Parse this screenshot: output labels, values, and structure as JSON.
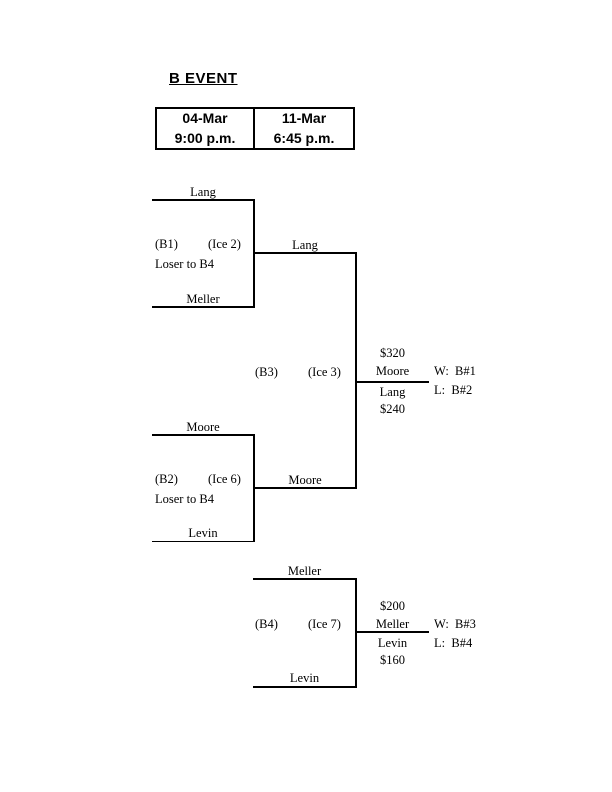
{
  "title": "B EVENT",
  "schedule": {
    "round1": {
      "date": "04-Mar",
      "time": "9:00 p.m."
    },
    "round2": {
      "date": "11-Mar",
      "time": "6:45 p.m."
    }
  },
  "bracket": {
    "b1": {
      "id": "(B1)",
      "ice": "(Ice 2)",
      "note": "Loser to B4",
      "top": "Lang",
      "bottom": "Meller",
      "winner": "Lang"
    },
    "b2": {
      "id": "(B2)",
      "ice": "(Ice 6)",
      "note": "Loser to B4",
      "top": "Moore",
      "bottom": "Levin",
      "winner": "Moore"
    },
    "b3": {
      "id": "(B3)",
      "ice": "(Ice 3)",
      "prize_winner": "$320",
      "winner": "Moore",
      "runner_up": "Lang",
      "prize_runner_up": "$240",
      "w_note": "W:  B#1",
      "l_note": "L:  B#2"
    },
    "b4": {
      "id": "(B4)",
      "ice": "(Ice 7)",
      "top": "Meller",
      "bottom": "Levin",
      "prize_winner": "$200",
      "winner": "Meller",
      "runner_up": "Levin",
      "prize_runner_up": "$160",
      "w_note": "W:  B#3",
      "l_note": "L:  B#4"
    }
  },
  "colors": {
    "background": "#ffffff",
    "text": "#000000",
    "line": "#000000"
  }
}
